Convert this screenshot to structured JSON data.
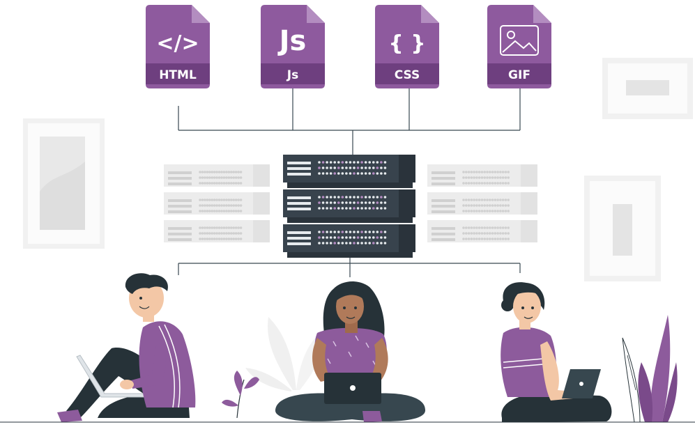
{
  "files": [
    {
      "label": "HTML",
      "glyph": "</>",
      "icon": "code-icon"
    },
    {
      "label": "Js",
      "glyph": "Js",
      "icon": "javascript-icon"
    },
    {
      "label": "CSS",
      "glyph": "{ }",
      "icon": "braces-icon"
    },
    {
      "label": "GIF",
      "glyph": "",
      "icon": "image-icon"
    }
  ],
  "colors": {
    "file_purple": "#8e5a9e",
    "file_band": "#6e3f7f",
    "server_dark": "#38434d",
    "server_shelf": "#2a333b",
    "shirt_purple": "#8d5b9c",
    "pants_dark": "#263238",
    "ghost_gray": "#ececec"
  }
}
